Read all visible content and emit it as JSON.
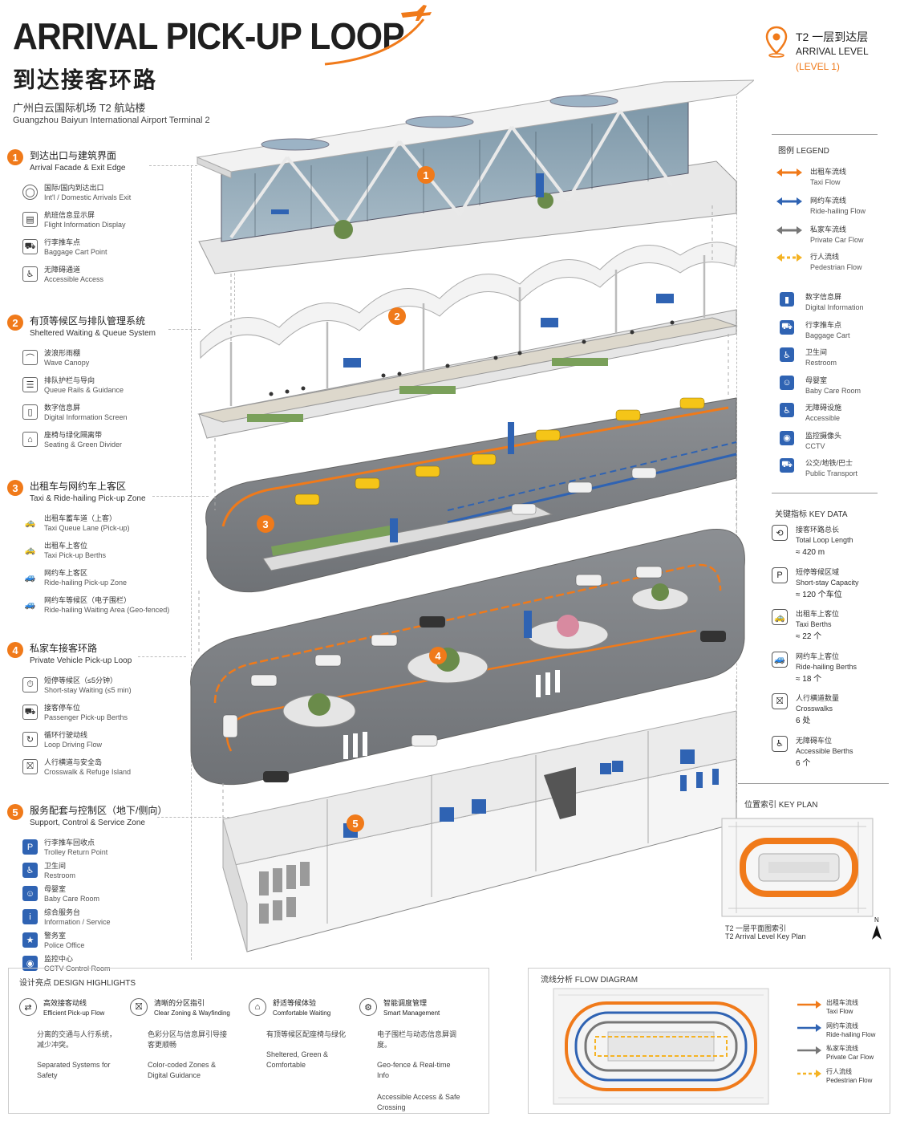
{
  "header": {
    "title_en": "ARRIVAL PICK-UP LOOP",
    "title_cn": "到达接客环路",
    "subtitle_cn": "广州白云国际机场 T2 航站楼",
    "subtitle_en": "Guangzhou Baiyun International Airport Terminal 2"
  },
  "level_badge": {
    "cn": "T2 一层到达层",
    "en": "ARRIVAL LEVEL",
    "level": "(LEVEL 1)"
  },
  "sections": [
    {
      "num": "1",
      "cn": "到达出口与建筑界面",
      "en": "Arrival Facade & Exit Edge",
      "items": [
        {
          "icon": "exit-icon",
          "glyph": "◯",
          "cn": "国际/国内到达出口",
          "en": "Int'l / Domestic Arrivals Exit"
        },
        {
          "icon": "display-icon",
          "glyph": "▤",
          "cn": "航班信息显示屏",
          "en": "Flight Information Display"
        },
        {
          "icon": "cart-icon",
          "glyph": "⛟",
          "cn": "行李推车点",
          "en": "Baggage Cart Point"
        },
        {
          "icon": "wheelchair-icon",
          "glyph": "♿",
          "cn": "无障碍通道",
          "en": "Accessible Access"
        }
      ]
    },
    {
      "num": "2",
      "cn": "有顶等候区与排队管理系统",
      "en": "Sheltered Waiting & Queue System",
      "items": [
        {
          "icon": "canopy-icon",
          "glyph": "⌒",
          "cn": "波浪形雨棚",
          "en": "Wave Canopy"
        },
        {
          "icon": "queue-icon",
          "glyph": "☰",
          "cn": "排队护栏与导向",
          "en": "Queue Rails & Guidance"
        },
        {
          "icon": "screen-icon",
          "glyph": "▯",
          "cn": "数字信息屏",
          "en": "Digital Information Screen"
        },
        {
          "icon": "bench-icon",
          "glyph": "⌂",
          "cn": "座椅与绿化隔离带",
          "en": "Seating & Green Divider"
        }
      ]
    },
    {
      "num": "3",
      "cn": "出租车与网约车上客区",
      "en": "Taxi & Ride-hailing Pick-up Zone",
      "items": [
        {
          "icon": "taxi-icon",
          "glyph": "🚕",
          "cn": "出租车蓄车道（上客）",
          "en": "Taxi Queue Lane (Pick-up)"
        },
        {
          "icon": "taxi-berth-icon",
          "glyph": "🚕",
          "cn": "出租车上客位",
          "en": "Taxi Pick-up Berths"
        },
        {
          "icon": "ride-hailing-icon",
          "glyph": "🚙",
          "cn": "网约车上客区",
          "en": "Ride-hailing Pick-up Zone"
        },
        {
          "icon": "ride-hailing-wait-icon",
          "glyph": "🚙",
          "cn": "网约车等候区（电子围栏）",
          "en": "Ride-hailing Waiting Area (Geo-fenced)"
        }
      ]
    },
    {
      "num": "4",
      "cn": "私家车接客环路",
      "en": "Private Vehicle Pick-up Loop",
      "items": [
        {
          "icon": "short-stay-icon",
          "glyph": "⏱",
          "cn": "短停等候区（≤5分钟）",
          "en": "Short-stay Waiting (≤5 min)"
        },
        {
          "icon": "passenger-icon",
          "glyph": "⛟",
          "cn": "接客停车位",
          "en": "Passenger Pick-up Berths"
        },
        {
          "icon": "loop-icon",
          "glyph": "↻",
          "cn": "循环行驶动线",
          "en": "Loop Driving Flow"
        },
        {
          "icon": "crosswalk-icon",
          "glyph": "⛝",
          "cn": "人行横道与安全岛",
          "en": "Crosswalk & Refuge Island"
        }
      ]
    },
    {
      "num": "5",
      "cn": "服务配套与控制区（地下/侧向）",
      "en": "Support, Control & Service Zone",
      "items": [
        {
          "icon": "parking-icon",
          "glyph": "P",
          "cn": "行李推车回收点",
          "en": "Trolley Return Point"
        },
        {
          "icon": "restroom-icon",
          "glyph": "♿",
          "cn": "卫生间",
          "en": "Restroom"
        },
        {
          "icon": "baby-icon",
          "glyph": "☺",
          "cn": "母婴室",
          "en": "Baby Care Room"
        },
        {
          "icon": "info-icon",
          "glyph": "i",
          "cn": "综合服务台",
          "en": "Information / Service"
        },
        {
          "icon": "police-icon",
          "glyph": "★",
          "cn": "警务室",
          "en": "Police Office"
        },
        {
          "icon": "cctv-icon",
          "glyph": "◉",
          "cn": "监控中心",
          "en": "CCTV Control Room"
        }
      ]
    }
  ],
  "legend": {
    "title": "图例 LEGEND",
    "flows": [
      {
        "cn": "出租车流线",
        "en": "Taxi Flow",
        "color": "#f07a1a",
        "style": "solid"
      },
      {
        "cn": "网约车流线",
        "en": "Ride-hailing Flow",
        "color": "#2f63b3",
        "style": "solid"
      },
      {
        "cn": "私家车流线",
        "en": "Private Car Flow",
        "color": "#777777",
        "style": "solid"
      },
      {
        "cn": "行人流线",
        "en": "Pedestrian Flow",
        "color": "#f5b324",
        "style": "dashed"
      }
    ],
    "icons": [
      {
        "icon": "info-display-icon",
        "glyph": "▮",
        "cn": "数字信息屏",
        "en": "Digital Information"
      },
      {
        "icon": "baggage-cart-icon",
        "glyph": "⛟",
        "cn": "行李推车点",
        "en": "Baggage Cart"
      },
      {
        "icon": "restroom-icon",
        "glyph": "♿",
        "cn": "卫生间",
        "en": "Restroom"
      },
      {
        "icon": "baby-care-icon",
        "glyph": "☺",
        "cn": "母婴室",
        "en": "Baby Care Room"
      },
      {
        "icon": "accessible-icon",
        "glyph": "♿",
        "cn": "无障碍设施",
        "en": "Accessible"
      },
      {
        "icon": "cctv-icon",
        "glyph": "◉",
        "cn": "监控摄像头",
        "en": "CCTV"
      },
      {
        "icon": "bus-icon",
        "glyph": "⛟",
        "cn": "公交/地铁/巴士",
        "en": "Public Transport"
      }
    ]
  },
  "key_data": {
    "title": "关键指标  KEY DATA",
    "rows": [
      {
        "icon": "loop-length-icon",
        "glyph": "⟲",
        "cn": "接客环路总长",
        "en": "Total Loop Length",
        "value": "≈ 420 m"
      },
      {
        "icon": "capacity-icon",
        "glyph": "P",
        "cn": "短停等候区域",
        "en": "Short-stay Capacity",
        "value": "≈ 120 个车位"
      },
      {
        "icon": "taxi-berth-icon",
        "glyph": "🚕",
        "cn": "出租车上客位",
        "en": "Taxi Berths",
        "value": "≈ 22 个"
      },
      {
        "icon": "ride-berth-icon",
        "glyph": "🚙",
        "cn": "网约车上客位",
        "en": "Ride-hailing Berths",
        "value": "≈ 18 个"
      },
      {
        "icon": "crosswalk-icon",
        "glyph": "⛝",
        "cn": "人行横道数量",
        "en": "Crosswalks",
        "value": "6 处"
      },
      {
        "icon": "accessible-berth-icon",
        "glyph": "♿",
        "cn": "无障碍车位",
        "en": "Accessible Berths",
        "value": "6 个"
      }
    ]
  },
  "key_plan": {
    "title": "位置索引  KEY PLAN",
    "caption_cn": "T2 一层平面图索引",
    "caption_en": "T2 Arrival Level Key Plan",
    "north": "N"
  },
  "highlights": {
    "title": "设计亮点  DESIGN HIGHLIGHTS",
    "cols": [
      {
        "icon": "flow-icon",
        "glyph": "⇄",
        "cn": "高效接客动线",
        "en": "Efficient Pick-up Flow",
        "body_cn": "分离的交通与人行系统，减少冲突。",
        "body_en": "Separated Systems for Safety"
      },
      {
        "icon": "zoning-icon",
        "glyph": "⛝",
        "cn": "清晰的分区指引",
        "en": "Clear Zoning & Wayfinding",
        "body_cn": "色彩分区与信息屏引导接客更顺畅",
        "body_en": "Color-coded Zones & Digital Guidance"
      },
      {
        "icon": "waiting-icon",
        "glyph": "⌂",
        "cn": "舒适等候体验",
        "en": "Comfortable Waiting",
        "body_cn": "有顶等候区配座椅与绿化",
        "body_en": "Sheltered, Green & Comfortable"
      },
      {
        "icon": "smart-icon",
        "glyph": "⚙",
        "cn": "智能调度管理",
        "en": "Smart Management",
        "body_cn": "电子围栏与动态信息屏调度。",
        "body_en": "Geo-fence & Real-time Info",
        "body_en2": "Accessible Access & Safe Crossing"
      }
    ]
  },
  "flow_diagram": {
    "title": "流线分析  FLOW DIAGRAM",
    "legend": [
      {
        "cn": "出租车流线",
        "en": "Taxi Flow",
        "color": "#f07a1a"
      },
      {
        "cn": "网约车流线",
        "en": "Ride-hailing Flow",
        "color": "#2f63b3"
      },
      {
        "cn": "私家车流线",
        "en": "Private Car Flow",
        "color": "#777777"
      },
      {
        "cn": "行人流线",
        "en": "Pedestrian Flow",
        "color": "#f5b324"
      }
    ]
  },
  "illustration_markers": [
    "1",
    "2",
    "3",
    "4",
    "5"
  ]
}
